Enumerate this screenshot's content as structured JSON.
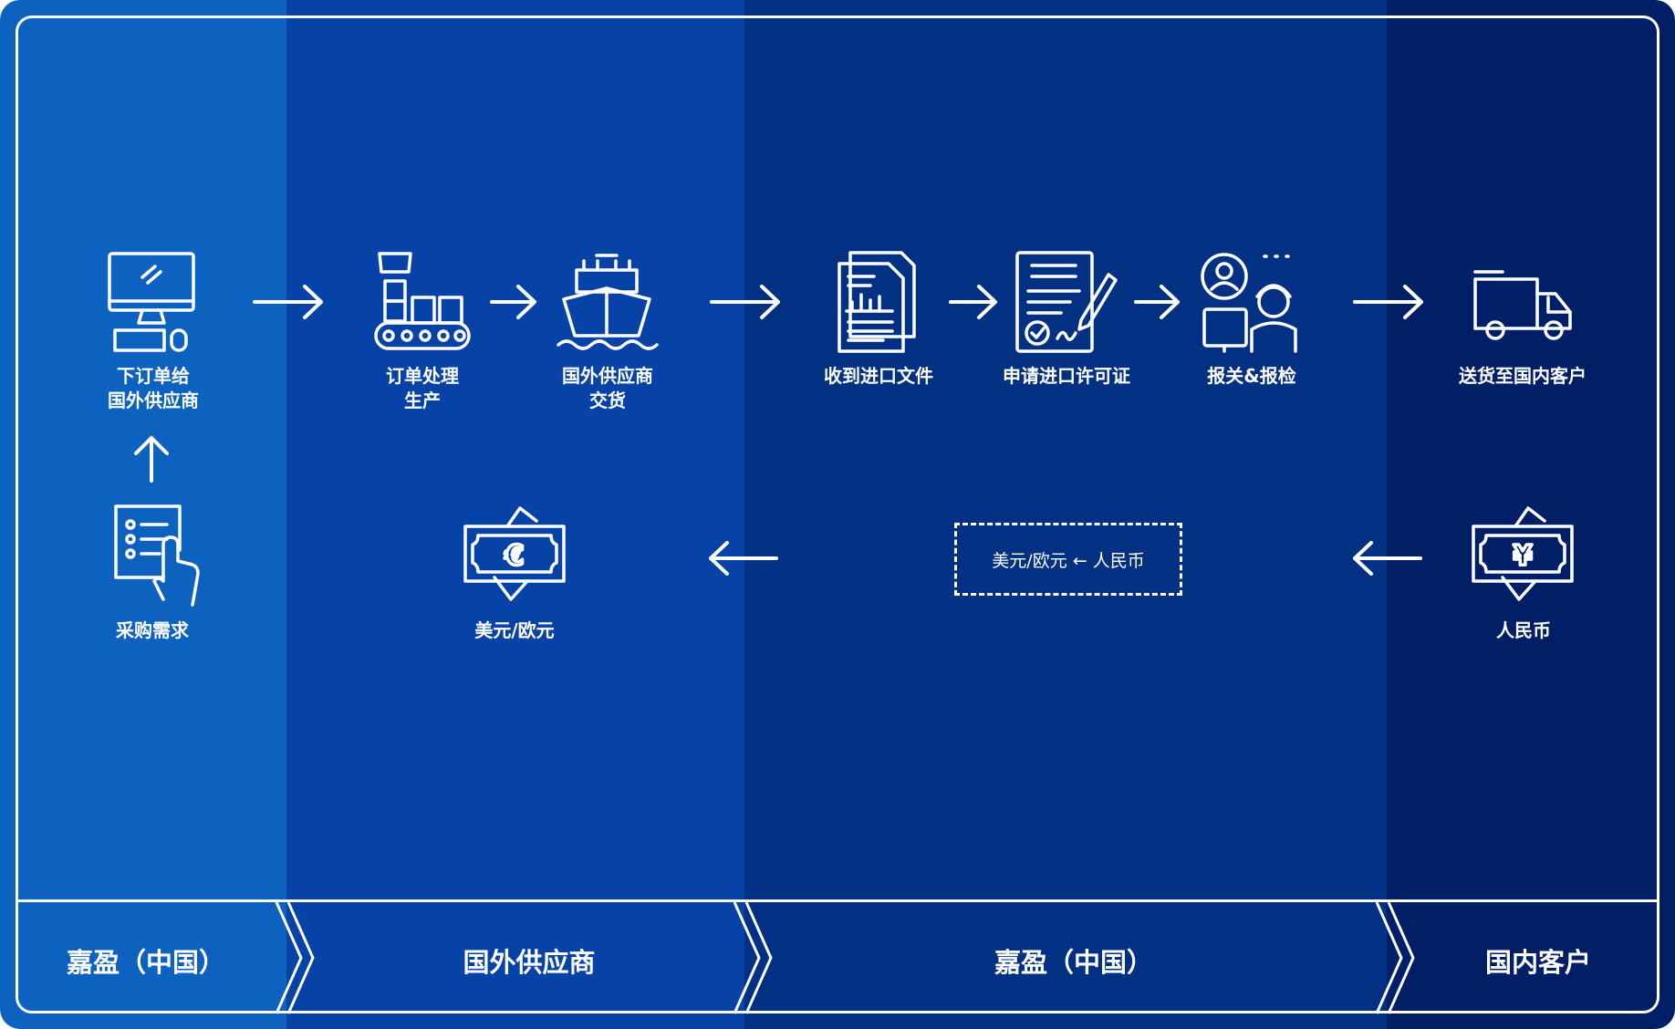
{
  "colors": {
    "col1": "#0d62c0",
    "col2": "#0743a6",
    "col3": "#023082",
    "col4": "#011f66"
  },
  "steps": [
    {
      "icon": "computer-icon",
      "label": [
        "下订单给",
        "国外供应商"
      ]
    },
    {
      "icon": "factory-icon",
      "label": [
        "订单处理",
        "生产"
      ]
    },
    {
      "icon": "ship-icon",
      "label": [
        "国外供应商",
        "交货"
      ]
    },
    {
      "icon": "document-icon",
      "label": [
        "收到进口文件"
      ]
    },
    {
      "icon": "contract-icon",
      "label": [
        "申请进口许可证"
      ]
    },
    {
      "icon": "customs-officer-icon",
      "label": [
        "报关&报检"
      ]
    },
    {
      "icon": "truck-icon",
      "label": [
        "送货至国内客户"
      ]
    }
  ],
  "bottom_row": {
    "request": "采购需求",
    "euro": "美元/欧元",
    "exchange": "美元/欧元 ← 人民币",
    "rmb": "人民币",
    "euro_symbol": "€",
    "yuan_symbol": "¥"
  },
  "bands": [
    "嘉盈（中国）",
    "国外供应商",
    "嘉盈（中国）",
    "国内客户"
  ]
}
